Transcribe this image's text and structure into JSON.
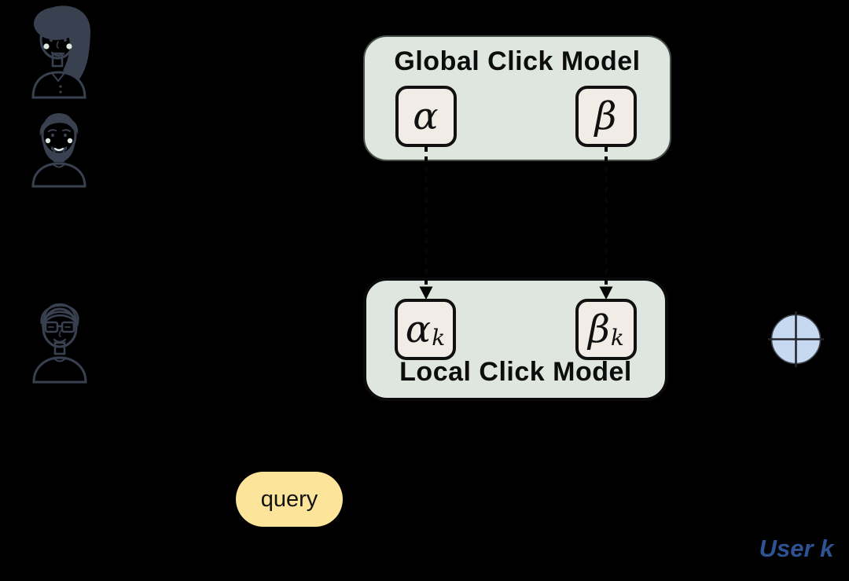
{
  "colors": {
    "background": "#000000",
    "model_box_fill": "#dfe5df",
    "param_box_fill": "#f2ece7",
    "query_fill": "#fce49b",
    "aggregate_fill": "#c7d9f0",
    "user_label_color": "#2d5394",
    "arrow_color": "#060606",
    "avatar_dark": "#394050",
    "avatar_gray": "#b4b7b4"
  },
  "global_model": {
    "title": "Global Click Model",
    "params": [
      {
        "symbol": "α",
        "subscript": ""
      },
      {
        "symbol": "β",
        "subscript": ""
      }
    ]
  },
  "local_model": {
    "title": "Local Click Model",
    "params": [
      {
        "symbol": "α",
        "subscript": "k"
      },
      {
        "symbol": "β",
        "subscript": "k"
      }
    ]
  },
  "query": {
    "label": "query"
  },
  "user": {
    "label": "User k"
  },
  "icons": {
    "group_user_1": "female-user-avatar",
    "group_user_2": "bearded-male-user-avatar",
    "local_user": "glasses-male-user-avatar",
    "aggregator": "crossed-circle-icon"
  }
}
